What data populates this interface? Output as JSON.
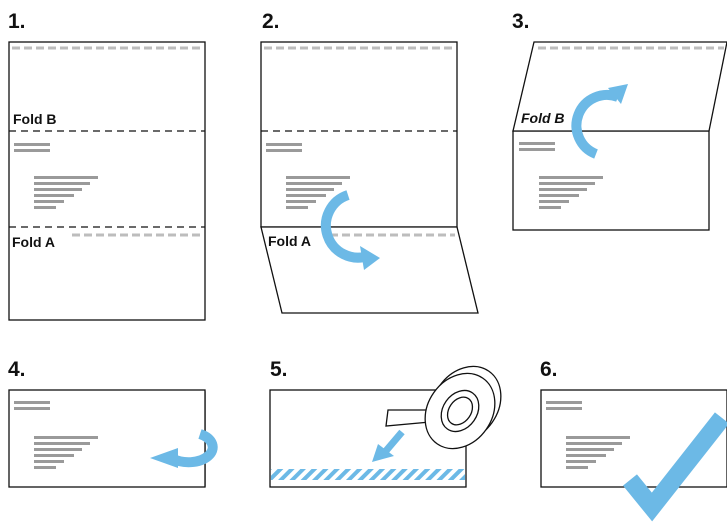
{
  "steps": [
    {
      "number": "1.",
      "fold_labels": [
        "Fold B",
        "Fold A"
      ]
    },
    {
      "number": "2.",
      "fold_labels": [
        "Fold A"
      ]
    },
    {
      "number": "3.",
      "fold_labels": [
        "Fold B"
      ]
    },
    {
      "number": "4."
    },
    {
      "number": "5."
    },
    {
      "number": "6."
    }
  ],
  "colors": {
    "arrow": "#6cb9e6",
    "text_lines": "#9a9a9a",
    "adhesive_strip": "#bdbdbd",
    "outline": "#111111"
  },
  "icons": [
    "rotate-arrow-icon",
    "curved-arrow-icon",
    "tape-roll-icon",
    "down-arrow-icon",
    "checkmark-icon"
  ]
}
